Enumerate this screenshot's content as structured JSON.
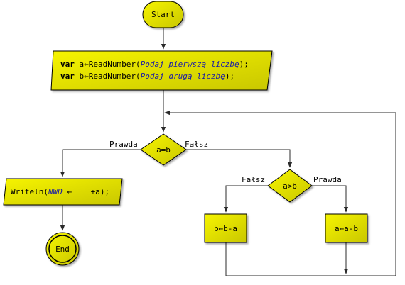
{
  "colors": {
    "node_fill": "#e2e000",
    "node_fill_dark": "#b8b600",
    "stroke": "#000000",
    "line": "#2b2b2b",
    "keyword": "#000000",
    "string": "#1a1aa6"
  },
  "nodes": {
    "start": {
      "label": "Start"
    },
    "input": {
      "line1": {
        "keyword": "var",
        "prefix": " a←ReadNumber(",
        "string": "Podaj pierwszą liczbę",
        "suffix": ");"
      },
      "line2": {
        "keyword": "var",
        "prefix": " b←ReadNumber(",
        "string": "Podaj drugą liczbę",
        "suffix": ");"
      }
    },
    "decision_eq": {
      "label": "a=b"
    },
    "decision_gt": {
      "label": "a>b"
    },
    "output": {
      "prefix": "Writeln(",
      "string": "NWD",
      "suffix": " ←    +a);"
    },
    "assign_b": {
      "label": "b←b-a"
    },
    "assign_a": {
      "label": "a←a-b"
    },
    "end": {
      "label": "End"
    }
  },
  "edges": {
    "eq_true": "Prawda",
    "eq_false": "Fałsz",
    "gt_false": "Fałsz",
    "gt_true": "Prawda"
  }
}
